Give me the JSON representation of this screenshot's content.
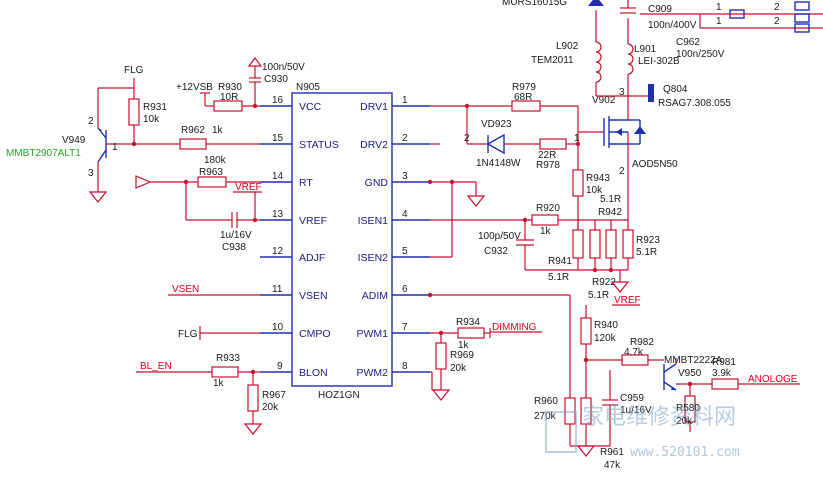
{
  "ic": {
    "ref": "N905",
    "part": "HOZ1GN",
    "left_pins": [
      {
        "num": "16",
        "name": "VCC"
      },
      {
        "num": "15",
        "name": "STATUS"
      },
      {
        "num": "14",
        "name": "RT"
      },
      {
        "num": "13",
        "name": "VREF"
      },
      {
        "num": "12",
        "name": "ADJF"
      },
      {
        "num": "11",
        "name": "VSEN"
      },
      {
        "num": "10",
        "name": "CMPO"
      },
      {
        "num": "9",
        "name": "BLON"
      }
    ],
    "right_pins": [
      {
        "num": "1",
        "name": "DRV1"
      },
      {
        "num": "2",
        "name": "DRV2"
      },
      {
        "num": "3",
        "name": "GND"
      },
      {
        "num": "4",
        "name": "ISEN1"
      },
      {
        "num": "5",
        "name": "ISEN2"
      },
      {
        "num": "6",
        "name": "ADIM"
      },
      {
        "num": "7",
        "name": "PWM1"
      },
      {
        "num": "8",
        "name": "PWM2"
      }
    ]
  },
  "nets": {
    "vcc_supply": "+12VSB",
    "flg_top": "FLG",
    "flg_cmpo": "FLG",
    "vref_rt": "VREF",
    "vref_r922": "VREF",
    "vsen": "VSEN",
    "bl_en": "BL_EN",
    "dimming": "DIMMING",
    "anologe": "ANOLOGE"
  },
  "components": {
    "r930": {
      "ref": "R930",
      "value": "10R"
    },
    "c930": {
      "ref": "C930",
      "value": "100n/50V"
    },
    "r931": {
      "ref": "R931",
      "value": "10k"
    },
    "v949": {
      "ref": "V949",
      "part": "MMBT2907ALT1"
    },
    "r962": {
      "ref": "R962",
      "value": "1k"
    },
    "r963": {
      "ref": "R963",
      "value": "180k"
    },
    "c938": {
      "ref": "C938",
      "value": "1u/16V"
    },
    "r933": {
      "ref": "R933",
      "value": "1k"
    },
    "r967": {
      "ref": "R967",
      "value": "20k"
    },
    "r979": {
      "ref": "R979",
      "value": "68R"
    },
    "vd923": {
      "ref": "VD923",
      "part": "1N4148W"
    },
    "r978": {
      "ref": "R978",
      "value": "22R"
    },
    "r943": {
      "ref": "R943",
      "value": "10k"
    },
    "r920": {
      "ref": "R920",
      "value": "1k"
    },
    "c932": {
      "ref": "C932",
      "value": "100p/50V"
    },
    "r942": {
      "ref": "R942",
      "value": "5.1R"
    },
    "r941": {
      "ref": "R941",
      "value": "5.1R"
    },
    "r922": {
      "ref": "R922",
      "value": "5.1R"
    },
    "r923": {
      "ref": "R923",
      "value": "5.1R"
    },
    "v902": {
      "ref": "V902",
      "part": "AOD5N50"
    },
    "l902": {
      "ref": "L902",
      "part": "TEM2011"
    },
    "l901": {
      "ref": "L901",
      "part": "LEI-302B"
    },
    "c909": {
      "ref": "C909",
      "value": "100n/400V"
    },
    "c962": {
      "ref": "C962",
      "value": "100n/250V"
    },
    "q804": {
      "ref": "Q804",
      "part": "RSAG7.308.055"
    },
    "top_cut": "MURS16015G",
    "r934": {
      "ref": "R934",
      "value": "1k"
    },
    "r969": {
      "ref": "R969",
      "value": "20k"
    },
    "r940": {
      "ref": "R940",
      "value": "120k"
    },
    "r982": {
      "ref": "R982",
      "value": "4.7k"
    },
    "v950": {
      "ref": "V950",
      "part": "MMBT2222A"
    },
    "r981": {
      "ref": "R981",
      "value": "3.9k"
    },
    "r960": {
      "ref": "R960",
      "value": "270k"
    },
    "c959": {
      "ref": "C959",
      "value": "1u/16V"
    },
    "r580": {
      "ref": "R580",
      "value": "20k"
    },
    "r961": {
      "ref": "R961",
      "value": "47k"
    }
  },
  "connector_pins": [
    "1",
    "2",
    "1",
    "2"
  ],
  "watermark": {
    "text": "家电维修资料网",
    "url": "www.520101.com"
  },
  "colors": {
    "wire": "#c8102e",
    "ic": "#1f2fb0",
    "net_label": "#d4001a",
    "part_green": "#22aa22"
  }
}
